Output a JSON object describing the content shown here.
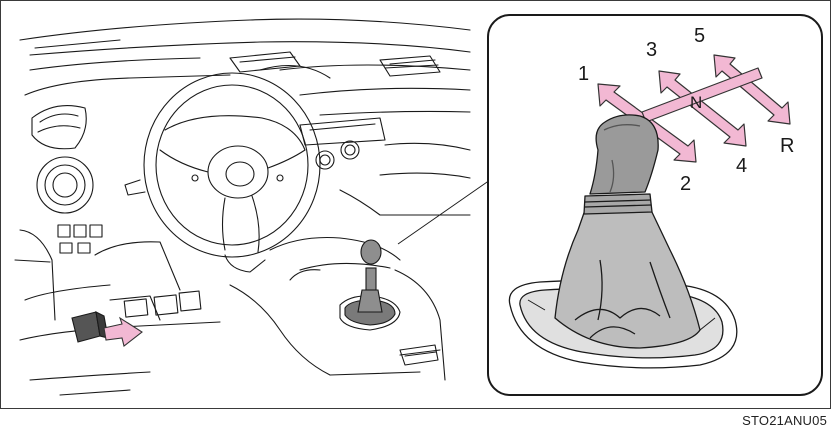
{
  "figure": {
    "code": "STO21ANU05",
    "shift_pattern": {
      "gears": [
        "1",
        "2",
        "3",
        "4",
        "5",
        "R",
        "N"
      ]
    },
    "colors": {
      "line": "#1a1a1a",
      "arrow_fill": "#f2b8d3",
      "arrow_stroke": "#333333",
      "knob_fill": "#9a9a9a",
      "boot_fill": "#bdbdbd"
    }
  }
}
